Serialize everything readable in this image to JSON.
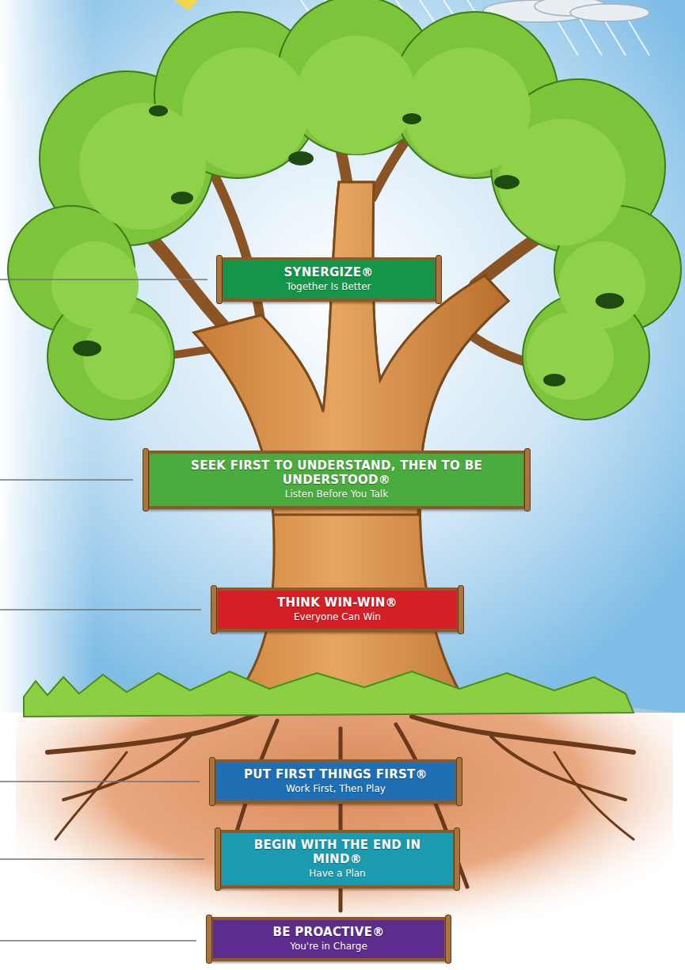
{
  "diagram": {
    "nodes": [
      {
        "text": [
          "SYNERGIZE®",
          "Together Is Better"
        ]
      },
      {
        "text": [
          "SEEK FIRST TO UNDERSTAND, THEN TO BE UNDERSTOOD®",
          "Listen Before You Talk"
        ]
      },
      {
        "text": [
          "THINK WIN-WIN®",
          "Everyone Can Win"
        ]
      },
      {
        "text": [
          "PUT FIRST THINGS FIRST®",
          "Work First, Then Play"
        ]
      },
      {
        "text": [
          "BEGIN WITH THE END IN MIND®",
          "Have a Plan"
        ]
      },
      {
        "text": [
          "BE PROACTIVE®",
          "You're in Charge"
        ]
      }
    ]
  }
}
